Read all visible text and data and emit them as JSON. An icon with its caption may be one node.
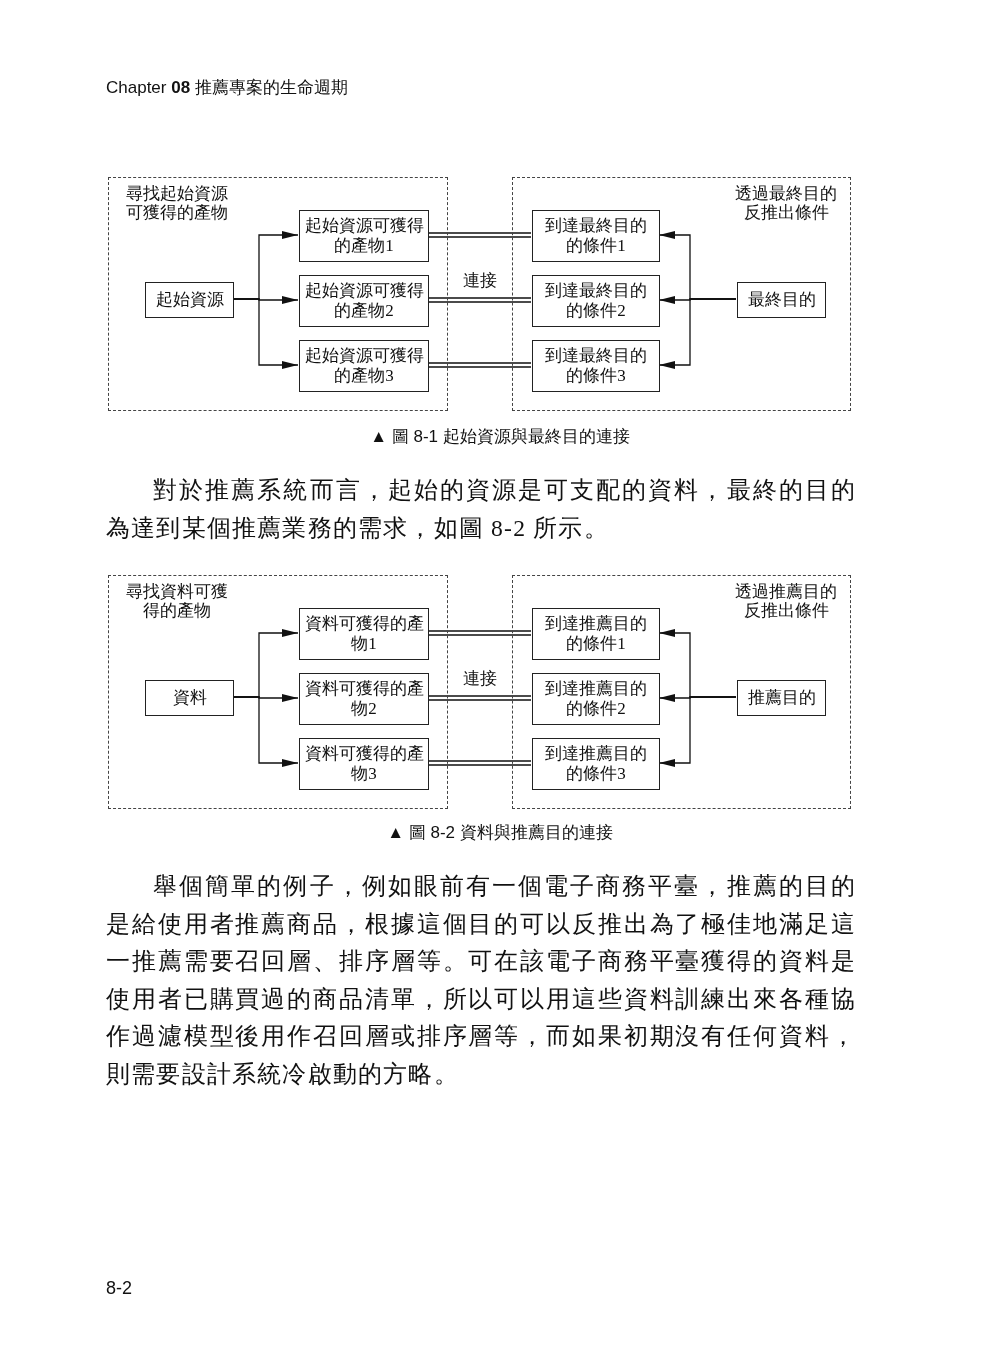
{
  "diagram": {
    "nodes": [
      {
        "text": [
          "尋找起始資源可獲得的產物"
        ]
      },
      {
        "text": [
          "起始資源"
        ],
        "in": 0
      },
      {
        "text": [
          "起始資源可獲得的產物1"
        ],
        "in": 0
      },
      {
        "text": [
          "起始資源可獲得的產物2"
        ],
        "in": 0
      },
      {
        "text": [
          "起始資源可獲得的產物3"
        ],
        "in": 0
      },
      {
        "text": [
          "透過最終目的反推出條件"
        ]
      },
      {
        "text": [
          "到達最終目的的條件1"
        ],
        "in": 5
      },
      {
        "text": [
          "到達最終目的的條件2"
        ],
        "in": 5
      },
      {
        "text": [
          "到達最終目的的條件3"
        ],
        "in": 5
      },
      {
        "text": [
          "最終目的"
        ],
        "in": 5
      },
      {
        "text": [
          "尋找資料可獲得的產物"
        ]
      },
      {
        "text": [
          "資料"
        ],
        "in": 10
      },
      {
        "text": [
          "資料可獲得的產物1"
        ],
        "in": 10
      },
      {
        "text": [
          "資料可獲得的產物2"
        ],
        "in": 10
      },
      {
        "text": [
          "資料可獲得的產物3"
        ],
        "in": 10
      },
      {
        "text": [
          "透過推薦目的反推出條件"
        ]
      },
      {
        "text": [
          "到達推薦目的的條件1"
        ],
        "in": 15
      },
      {
        "text": [
          "到達推薦目的的條件2"
        ],
        "in": 15
      },
      {
        "text": [
          "到達推薦目的的條件3"
        ],
        "in": 15
      },
      {
        "text": [
          "推薦目的"
        ],
        "in": 15
      }
    ],
    "edges": [
      {
        "from": 1,
        "to": 2,
        "arrow": "to"
      },
      {
        "from": 1,
        "to": 3,
        "arrow": "to"
      },
      {
        "from": 1,
        "to": 4,
        "arrow": "to"
      },
      {
        "from": 2,
        "to": 6,
        "arrow": "none"
      },
      {
        "from": 3,
        "to": 7,
        "arrow": "none",
        "label": "連接"
      },
      {
        "from": 4,
        "to": 8,
        "arrow": "none"
      },
      {
        "from": 9,
        "to": 6,
        "arrow": "to"
      },
      {
        "from": 9,
        "to": 7,
        "arrow": "to"
      },
      {
        "from": 9,
        "to": 8,
        "arrow": "to"
      },
      {
        "from": 11,
        "to": 12,
        "arrow": "to"
      },
      {
        "from": 11,
        "to": 13,
        "arrow": "to"
      },
      {
        "from": 11,
        "to": 14,
        "arrow": "to"
      },
      {
        "from": 12,
        "to": 16,
        "arrow": "none"
      },
      {
        "from": 13,
        "to": 17,
        "arrow": "none",
        "label": "連接"
      },
      {
        "from": 14,
        "to": 18,
        "arrow": "none"
      },
      {
        "from": 19,
        "to": 16,
        "arrow": "to"
      },
      {
        "from": 19,
        "to": 17,
        "arrow": "to"
      },
      {
        "from": 19,
        "to": 18,
        "arrow": "to"
      }
    ],
    "labels": [
      "Chapter **08** 推薦專案的生命週期",
      "▲ 圖 8-1  起始資源與最終目的連接",
      "對於推薦系統而言，起始的資源是可支配的資料，最終的目的為達到某個推薦業務的需求，如圖 8-2 所示。",
      "▲ 圖 8-2  資料與推薦目的連接",
      "舉個簡單的例子，例如眼前有一個電子商務平臺，推薦的目的是給使用者推薦商品，根據這個目的可以反推出為了極佳地滿足這一推薦需要召回層、排序層等。可在該電子商務平臺獲得的資料是使用者已購買過的商品清單，所以可以用這些資料訓練出來各種協作過濾模型後用作召回層或排序層等，而如果初期沒有任何資料，則需要設計系統冷啟動的方略。",
      "8-2"
    ]
  }
}
